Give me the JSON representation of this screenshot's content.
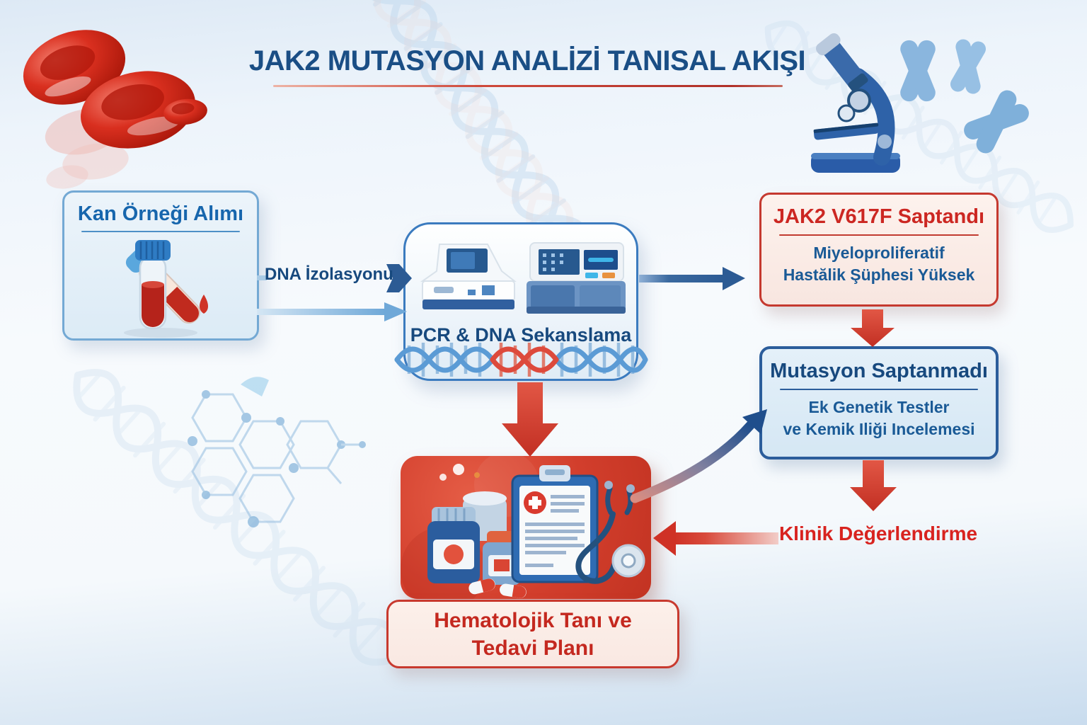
{
  "title": "JAK2 MUTASYON ANALİZİ TANISAL AKIŞI",
  "nodes": {
    "blood_sample": {
      "label": "Kan Örneği Alımı"
    },
    "dna_isolation": {
      "label": "DNA İzolasyonu"
    },
    "pcr": {
      "label": "PCR & DNA Sekanslama"
    },
    "jak2_detected": {
      "title": "JAK2 V617F Saptandı",
      "line1": "Miyeloproliferatif",
      "line2": "Hastălik Şüphesi Yüksek"
    },
    "no_mutation": {
      "title": "Mutasyon Saptanmadı",
      "line1": "Ek Genetik Testler",
      "line2": "ve Kemik Iliği Incelemesi"
    },
    "clinical_evaluation": {
      "label": "Klinik Değerlendirme"
    },
    "hematology_plan": {
      "line1": "Hematolojik Tanı ve",
      "line2": "Tedavi Planı"
    }
  },
  "colors": {
    "title_navy": "#1a4e85",
    "box_blue_border": "#3b7bbf",
    "box_blue_bg": "#e8f1f9",
    "red_accent": "#cc2b26",
    "red_box_bg": "#fbeee8",
    "red_box_border": "#c5392f",
    "blue_box_bg": "#dcebf6",
    "blue_box_border": "#2b5d9b",
    "panel_red": "#d0402e",
    "arrow_navy": "#2c5b94",
    "arrow_light_blue": "#6fa8d8",
    "arrow_red": "#d23b2e"
  },
  "icons": {
    "blood_tube": "blood-tube-icon",
    "pcr_machine": "pcr-machine-icon",
    "sequencer": "dna-sequencer-icon",
    "dna_helix": "dna-helix-icon",
    "microscope": "microscope-icon",
    "chromosomes": "chromosome-icon",
    "red_blood_cells": "red-blood-cells-icon",
    "molecule": "molecule-hexagon-icon",
    "clipboard": "medical-clipboard-icon",
    "stethoscope": "stethoscope-icon",
    "pills": "medicine-pills-icon"
  }
}
